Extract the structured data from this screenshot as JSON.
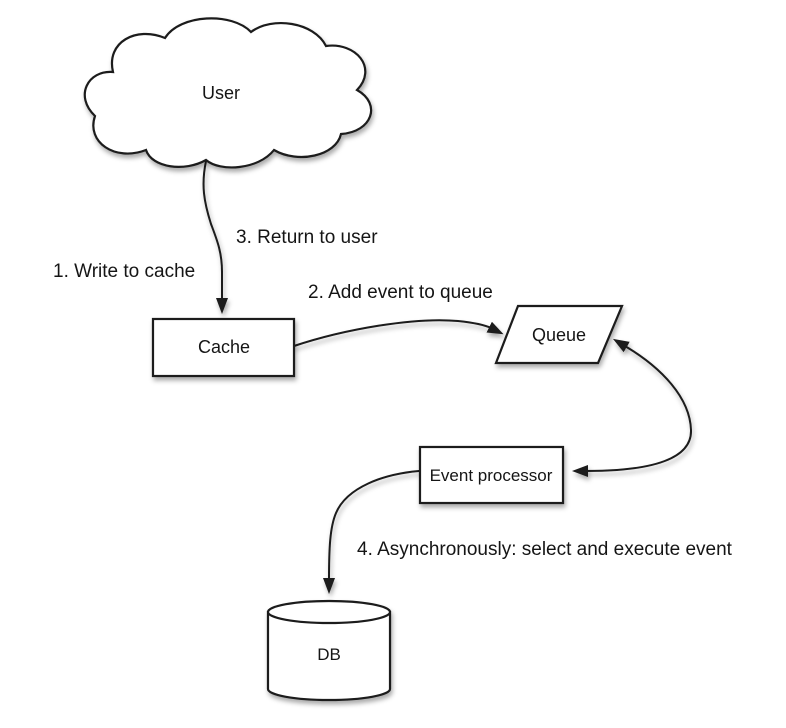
{
  "diagram": {
    "type": "flow-diagram",
    "background_color": "#ffffff",
    "line_color": "#1a1a1a",
    "shape_fill_color": "#ffffff",
    "text_color": "#151515",
    "nodes": {
      "user": {
        "label": "User",
        "shape": "cloud"
      },
      "cache": {
        "label": "Cache",
        "shape": "rectangle"
      },
      "queue": {
        "label": "Queue",
        "shape": "parallelogram"
      },
      "event_processor": {
        "label": "Event processor",
        "shape": "rectangle"
      },
      "db": {
        "label": "DB",
        "shape": "cylinder"
      }
    },
    "edge_labels": {
      "step1": "1. Write to cache",
      "step2": "2. Add event to queue",
      "step3": "3. Return to user",
      "step4": "4. Asynchronously: select and execute event"
    },
    "edges": [
      {
        "from": "user",
        "to": "cache",
        "arrow": "end",
        "steps": [
          "1. Write to cache",
          "3. Return to user"
        ]
      },
      {
        "from": "cache",
        "to": "queue",
        "arrow": "end",
        "steps": [
          "2. Add event to queue"
        ]
      },
      {
        "from": "queue",
        "to": "event_processor",
        "arrow": "both",
        "steps": []
      },
      {
        "from": "event_processor",
        "to": "db",
        "arrow": "end",
        "steps": [
          "4. Asynchronously: select and execute event"
        ]
      }
    ]
  }
}
